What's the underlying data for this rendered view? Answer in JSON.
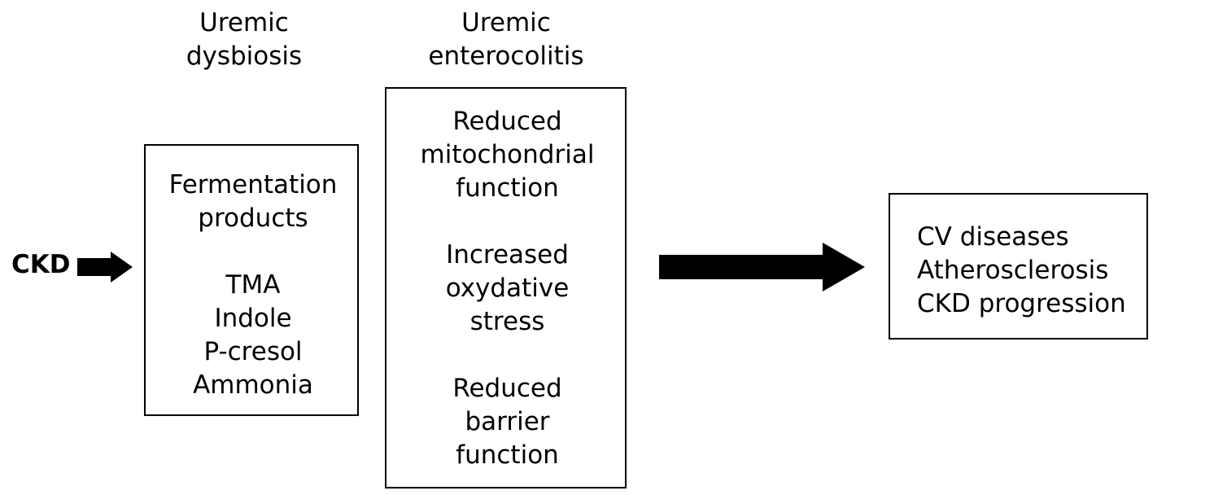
{
  "figure": {
    "type": "flow-diagram",
    "background_color": "#ffffff",
    "stroke_color": "#000000",
    "text_color": "#000000"
  },
  "entry": {
    "label": "CKD",
    "arrow_name": "ckd-to-dysbiosis-arrow"
  },
  "headers": [
    {
      "id": "uremic-dysbiosis",
      "text": "Uremic\ndysbiosis"
    },
    {
      "id": "uremic-enterocolitis",
      "text": "Uremic\nenterocolitis"
    }
  ],
  "boxes": [
    {
      "id": "fermentation-products-box",
      "title": "Fermentation products",
      "text": "Fermentation\nproducts\n\nTMA\nIndole\nP-cresol\nAmmonia",
      "items": [
        "Fermentation products",
        "TMA",
        "Indole",
        "P-cresol",
        "Ammonia"
      ],
      "align": "center"
    },
    {
      "id": "uremic-enterocolitis-box",
      "title": "Uremic enterocolitis effects",
      "text": "Reduced\nmitochondrial\nfunction\n\nIncreased\noxydative\nstress\n\nReduced\nbarrier\nfunction",
      "items": [
        "Reduced mitochondrial function",
        "Increased oxydative stress",
        "Reduced barrier function"
      ],
      "align": "center"
    },
    {
      "id": "outcomes-box",
      "title": "Outcomes",
      "text": "CV diseases\nAtherosclerosis\nCKD progression",
      "items": [
        "CV diseases",
        "Atherosclerosis",
        "CKD progression"
      ],
      "align": "left"
    }
  ],
  "connectors": [
    {
      "id": "ckd-to-dysbiosis-arrow",
      "direction": "right",
      "style": "solid-block"
    },
    {
      "id": "enterocolitis-to-outcomes-arrow",
      "direction": "right",
      "style": "solid-block"
    }
  ]
}
